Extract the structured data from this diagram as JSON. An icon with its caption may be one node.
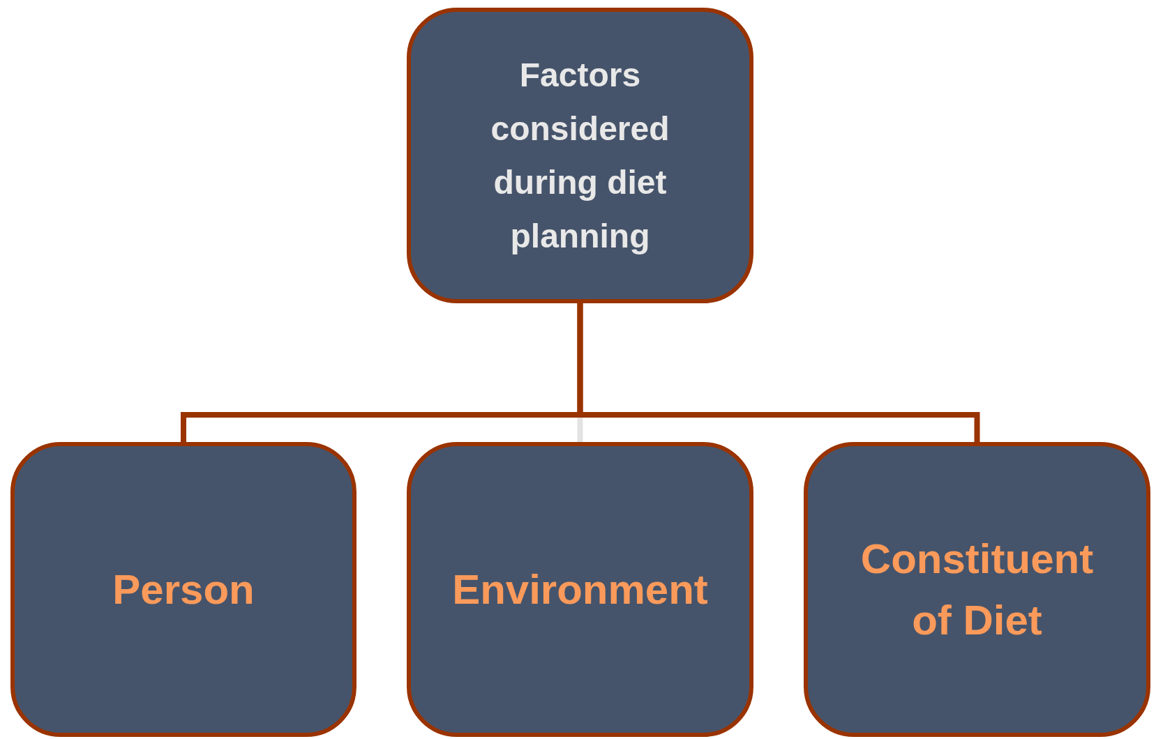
{
  "diagram": {
    "nodes": [
      {
        "text": [
          "Factors considered during diet planning"
        ]
      },
      {
        "text": [
          "Person"
        ]
      },
      {
        "text": [
          "Environment"
        ]
      },
      {
        "text": [
          "Constituent of Diet"
        ]
      }
    ],
    "edges": [
      {
        "from": 0,
        "to": 2,
        "arrow": "none",
        "color": "#e3e3e3"
      },
      {
        "from": 0,
        "to": 1,
        "arrow": "none"
      },
      {
        "from": 0,
        "to": 3,
        "arrow": "none"
      }
    ]
  }
}
